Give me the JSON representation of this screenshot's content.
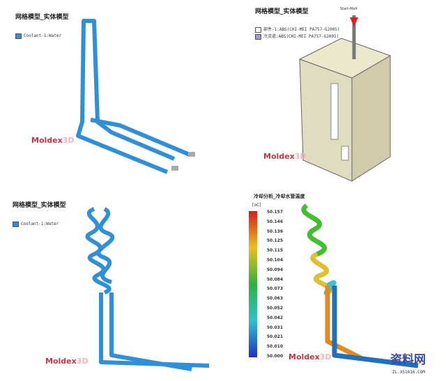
{
  "panels": [
    {
      "title": "网格模型_实体模型",
      "legend": [
        "Coolant-1:Water"
      ],
      "logo": "Moldex3D"
    },
    {
      "title": "网格模型_实体模型",
      "legend": [
        "部件-1:ABS(CHI-MEI PA757-GJ005)",
        "冷流道:ABS(CHI-MEI PA757-GJ005)"
      ],
      "marker": "Start-Melt",
      "logo": "Moldex3D"
    },
    {
      "title": "网格模型_实体模型",
      "legend": [
        "Coolant-1:Water"
      ],
      "logo": "Moldex3D"
    },
    {
      "title": "冷却分析_冷却水管温度",
      "unit": "[oC]",
      "logo": "Moldex3D"
    }
  ],
  "colorbar": {
    "values": [
      "50.157",
      "50.146",
      "50.136",
      "50.125",
      "50.115",
      "50.104",
      "50.094",
      "50.084",
      "50.073",
      "50.063",
      "50.052",
      "50.042",
      "50.031",
      "50.021",
      "50.010",
      "50.000"
    ],
    "colors": [
      "#d22020",
      "#3a40c8"
    ]
  },
  "watermark": {
    "brand": "资料网",
    "url": "ZL.XS1616.COM"
  },
  "colors": {
    "tube": "#2f8fd8",
    "part": "#e8e4c8"
  }
}
